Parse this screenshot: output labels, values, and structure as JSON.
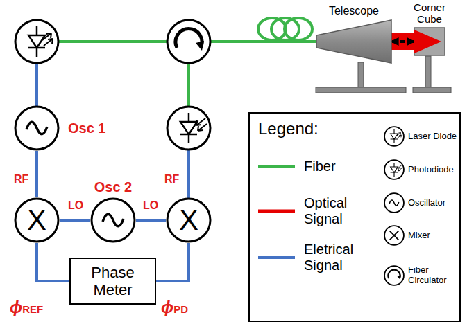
{
  "diagram": {
    "nodes": [
      {
        "text": [
          "Telescope"
        ]
      },
      {
        "text": [
          "Corner Cube"
        ]
      },
      {
        "text": [
          "Osc 1"
        ]
      },
      {
        "text": [
          "X"
        ]
      },
      {
        "text": [
          "Osc 2"
        ]
      },
      {
        "text": [
          "X"
        ]
      },
      {
        "text": [
          "Phase Meter"
        ]
      }
    ],
    "edges": [
      {
        "from": 0,
        "to": 1,
        "arrow": "both"
      },
      {
        "from": 2,
        "to": 3,
        "arrow": "none"
      },
      {
        "from": 4,
        "to": 3,
        "arrow": "none"
      },
      {
        "from": 4,
        "to": 5,
        "arrow": "none"
      },
      {
        "from": 3,
        "to": 6,
        "arrow": "none"
      },
      {
        "from": 5,
        "to": 6,
        "arrow": "none"
      }
    ],
    "labels": [
      "RF",
      "LO",
      "LO",
      "RF",
      "ϕREF",
      "ϕPD",
      "Legend:"
    ],
    "legend": [
      {
        "text": "Fiber"
      },
      {
        "text": "Optical Signal"
      },
      {
        "text": "Eletrical Signal"
      },
      {
        "text": "Laser Diode"
      },
      {
        "text": "Photodiode"
      },
      {
        "text": "Oscillator"
      },
      {
        "text": "Mixer"
      },
      {
        "text": "Fiber Circulator"
      }
    ]
  }
}
